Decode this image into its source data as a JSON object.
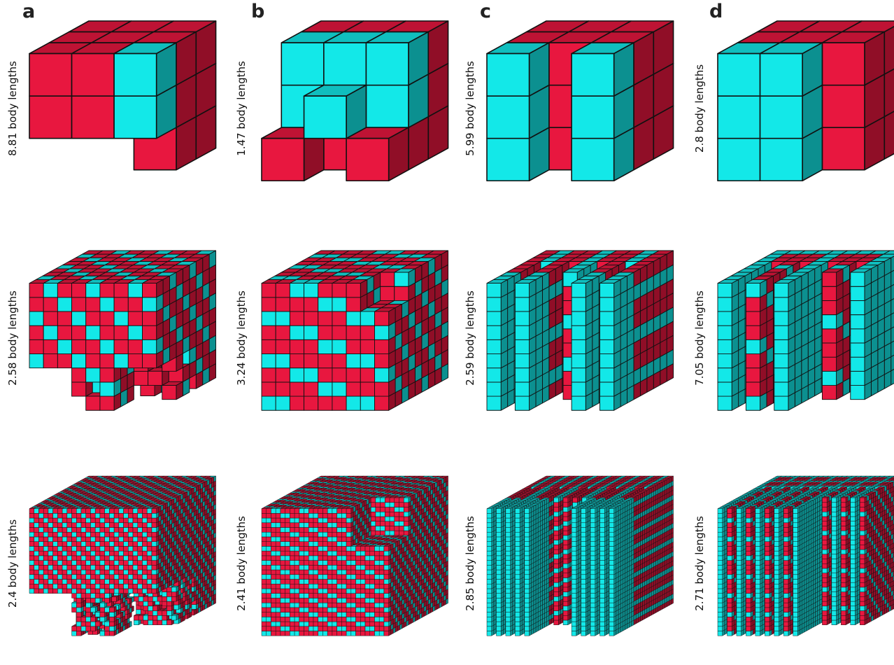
{
  "columns": [
    {
      "letter": "a"
    },
    {
      "letter": "b"
    },
    {
      "letter": "c"
    },
    {
      "letter": "d"
    }
  ],
  "colors": {
    "red": "#e8173f",
    "cyan": "#13e8e8",
    "edge": "#111111"
  },
  "panels": [
    {
      "id": "a1",
      "col": "a",
      "row": 1,
      "grid": 3,
      "label": "8.81 body lengths",
      "pattern": "a"
    },
    {
      "id": "b1",
      "col": "b",
      "row": 1,
      "grid": 3,
      "label": "1.47 body lengths",
      "pattern": "b"
    },
    {
      "id": "c1",
      "col": "c",
      "row": 1,
      "grid": 3,
      "label": "5.99 body lengths",
      "pattern": "c"
    },
    {
      "id": "d1",
      "col": "d",
      "row": 1,
      "grid": 3,
      "label": "2.8 body lengths",
      "pattern": "d"
    },
    {
      "id": "a2",
      "col": "a",
      "row": 2,
      "grid": 9,
      "label": "2.58 body lengths",
      "pattern": "a"
    },
    {
      "id": "b2",
      "col": "b",
      "row": 2,
      "grid": 9,
      "label": "3.24 body lengths",
      "pattern": "b"
    },
    {
      "id": "c2",
      "col": "c",
      "row": 2,
      "grid": 9,
      "label": "2.59 body lengths",
      "pattern": "c"
    },
    {
      "id": "d2",
      "col": "d",
      "row": 2,
      "grid": 9,
      "label": "7.05 body lengths",
      "pattern": "d"
    },
    {
      "id": "a3",
      "col": "a",
      "row": 3,
      "grid": 27,
      "label": "2.4 body lengths",
      "pattern": "a"
    },
    {
      "id": "b3",
      "col": "b",
      "row": 3,
      "grid": 27,
      "label": "2.41 body lengths",
      "pattern": "b"
    },
    {
      "id": "c3",
      "col": "c",
      "row": 3,
      "grid": 27,
      "label": "2.85 body lengths",
      "pattern": "c"
    },
    {
      "id": "d3",
      "col": "d",
      "row": 3,
      "grid": 27,
      "label": "2.71 body lengths",
      "pattern": "d"
    }
  ]
}
